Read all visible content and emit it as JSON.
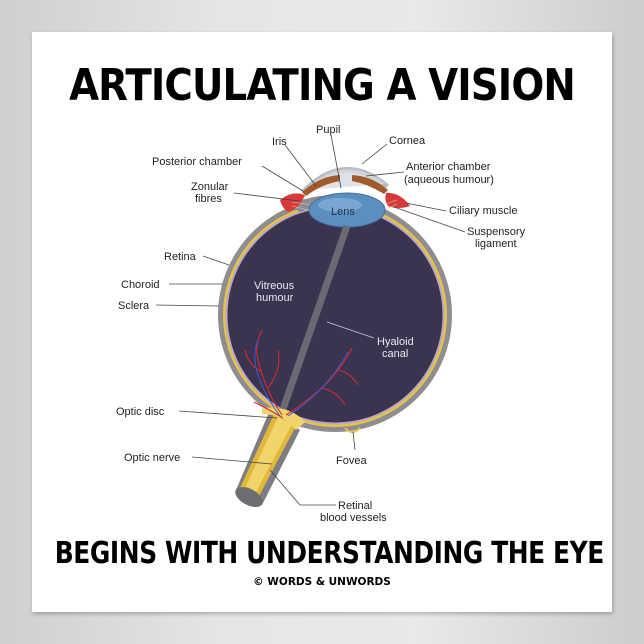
{
  "poster": {
    "headline_top": "ARTICULATING A VISION",
    "headline_bottom": "BEGINS WITH UNDERSTANDING THE EYE",
    "credit": "© WORDS & UNWORDS"
  },
  "diagram": {
    "labels": {
      "iris": "Iris",
      "pupil": "Pupil",
      "cornea": "Cornea",
      "posterior_chamber": "Posterior chamber",
      "anterior_chamber_1": "Anterior chamber",
      "anterior_chamber_2": "(aqueous humour)",
      "zonular_1": "Zonular",
      "zonular_2": "fibres",
      "lens": "Lens",
      "ciliary_muscle": "Ciliary muscle",
      "suspensory_1": "Suspensory",
      "suspensory_2": "ligament",
      "retina": "Retina",
      "choroid": "Choroid",
      "sclera": "Sclera",
      "vitreous_1": "Vitreous",
      "vitreous_2": "humour",
      "hyaloid_1": "Hyaloid",
      "hyaloid_2": "canal",
      "optic_disc": "Optic disc",
      "optic_nerve": "Optic nerve",
      "fovea": "Fovea",
      "retinal_vessels_1": "Retinal",
      "retinal_vessels_2": "blood vessels"
    },
    "colors": {
      "sclera": "#8e8e92",
      "choroid": "#e7c24a",
      "retina": "#b9a7c8",
      "vitreous": "#3a3450",
      "lens": "#5b8fbf",
      "iris": "#a15a2a",
      "ciliary": "#d83a3a",
      "nerve": "#e0b83a",
      "vessels": "#d62a2a"
    }
  }
}
